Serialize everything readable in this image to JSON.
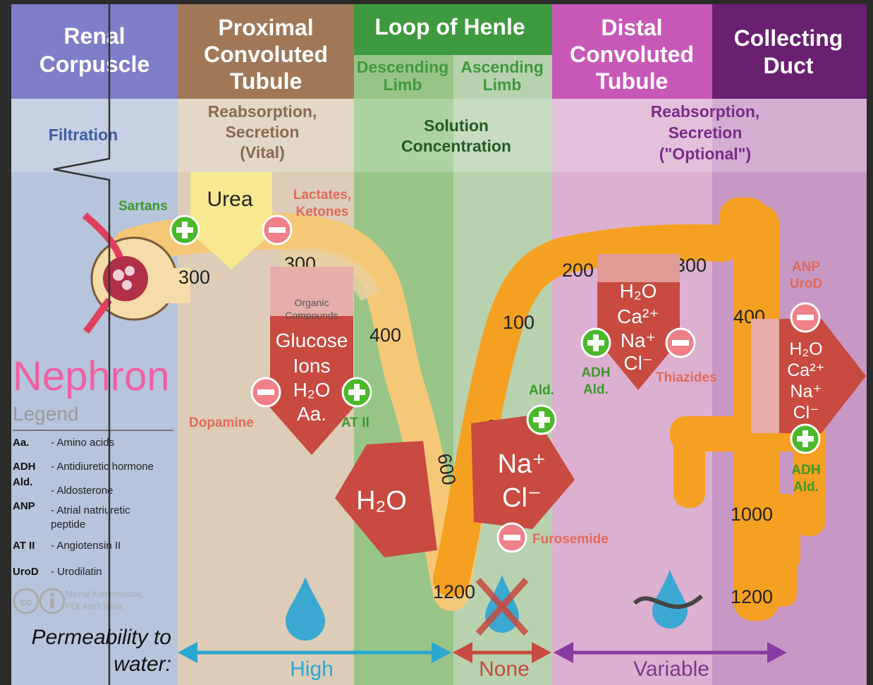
{
  "headers": {
    "renal_corpuscle": [
      "Renal",
      "Corpuscle"
    ],
    "pct": [
      "Proximal",
      "Convoluted",
      "Tubule"
    ],
    "loop": "Loop of Henle",
    "descending": [
      "Descending",
      "Limb"
    ],
    "ascending": [
      "Ascending",
      "Limb"
    ],
    "dct": [
      "Distal",
      "Convoluted",
      "Tubule"
    ],
    "collecting": [
      "Collecting",
      "Duct"
    ]
  },
  "functions": {
    "filtration": "Filtration",
    "pct": [
      "Reabsorption,",
      "Secretion",
      "(Vital)"
    ],
    "loop": [
      "Solution",
      "Concentration"
    ],
    "distal": [
      "Reabsorption,",
      "Secretion",
      "(\"Optional\")"
    ]
  },
  "osmolarity": {
    "capsule": "300",
    "pct": "300",
    "desc": "400",
    "desc_deep": "600",
    "bottom": "1200",
    "asc": "400",
    "asc_top": "100",
    "dct": "200",
    "dct_end": "300",
    "cd_top": "400",
    "cd_mid": "1000",
    "cd_bottom": "1200"
  },
  "labels": {
    "urea": "Urea",
    "organic": [
      "Organic",
      "Compounds"
    ],
    "pct_solutes": [
      "Glucose",
      "Ions",
      "H₂O",
      "Aa."
    ],
    "water_desc": "H₂O",
    "nacl": [
      "Na⁺",
      "Cl⁻"
    ],
    "dct_solutes": [
      "H₂O",
      "Ca²⁺",
      "Na⁺",
      "Cl⁻"
    ],
    "cd_solutes": [
      "H₂O",
      "Ca²⁺",
      "Na⁺",
      "Cl⁻"
    ]
  },
  "drugs": {
    "sartans": "Sartans",
    "lactates": [
      "Lactates,",
      "Ketones"
    ],
    "dopamine": "Dopamine",
    "at2": "AT II",
    "ald_loop": "Ald.",
    "furosemide": "Furosemide",
    "adh_ald_dct": [
      "ADH",
      "Ald."
    ],
    "thiazides": "Thiazides",
    "anp_urod": [
      "ANP",
      "UroD"
    ],
    "adh_ald_cd": [
      "ADH",
      "Ald."
    ]
  },
  "title": "Nephron",
  "legend": {
    "title": "Legend",
    "items": [
      {
        "abbr": "Aa.",
        "text": "- Amino acids"
      },
      {
        "abbr": "ADH",
        "text": "- Antidiuretic hormone"
      },
      {
        "abbr": "Ald.",
        "text": "- Aldosterone"
      },
      {
        "abbr": "ANP",
        "text": [
          "- Atrial natriuretic",
          "peptide"
        ]
      },
      {
        "abbr": "AT II",
        "text": "- Angiotensin II"
      },
      {
        "abbr": "UroD",
        "text": "- Urodilatin"
      }
    ]
  },
  "credit": [
    "Michał Komorniczak,",
    "POLAND 2008."
  ],
  "permeability": {
    "label": [
      "Permeability to",
      "water:"
    ],
    "high": "High",
    "none": "None",
    "variable": "Variable"
  }
}
